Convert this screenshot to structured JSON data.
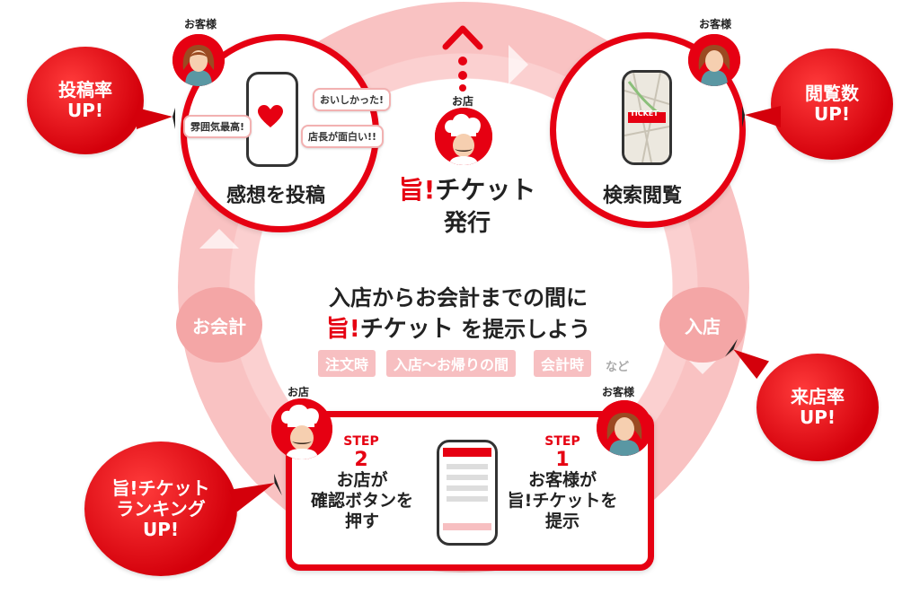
{
  "header": {
    "customer_label_left": "お客様",
    "customer_label_right": "お客様",
    "shop_label_top": "お店",
    "shop_label_bottom": "お店",
    "customer_label_bottom": "お客様"
  },
  "bubbles": {
    "post_rate_line1": "投稿率",
    "post_rate_line2": "UP!",
    "view_count_line1": "閲覧数",
    "view_count_line2": "UP!",
    "visit_rate_line1": "来店率",
    "visit_rate_line2": "UP!",
    "ranking_line1": "旨!チケット",
    "ranking_line2": "ランキング",
    "ranking_line3": "UP!"
  },
  "post_card": {
    "title": "感想を投稿",
    "speech1": "おいしかった!",
    "speech2": "雰囲気最高!",
    "speech3": "店長が面白い!!"
  },
  "search_card": {
    "title": "検索閲覧",
    "ticket_text": "TICKET"
  },
  "issue": {
    "logo_mark": "旨!",
    "logo_text": "チケット",
    "issue_text": "発行"
  },
  "center": {
    "line1": "入店からお会計までの間に",
    "logo_mark": "旨!",
    "logo_text": "チケット",
    "line2_suffix": "を提示しよう",
    "tags": [
      "注文時",
      "入店〜お帰りの間",
      "会計時"
    ],
    "etc": "など"
  },
  "cycle_points": {
    "checkout": "お会計",
    "enter": "入店"
  },
  "steps": {
    "step2_title": "STEP",
    "step2_num": "2",
    "step2_text_l1": "お店が",
    "step2_text_l2": "確認ボタンを",
    "step2_text_l3": "押す",
    "step1_title": "STEP",
    "step1_num": "1",
    "step1_text_l1": "お客様が",
    "step1_text_l2": "旨!チケットを",
    "step1_text_l3": "提示"
  },
  "colors": {
    "brand_red": "#e60012",
    "ring_pink": "#f9c2c2",
    "tag_pink": "#f7bfc1"
  }
}
